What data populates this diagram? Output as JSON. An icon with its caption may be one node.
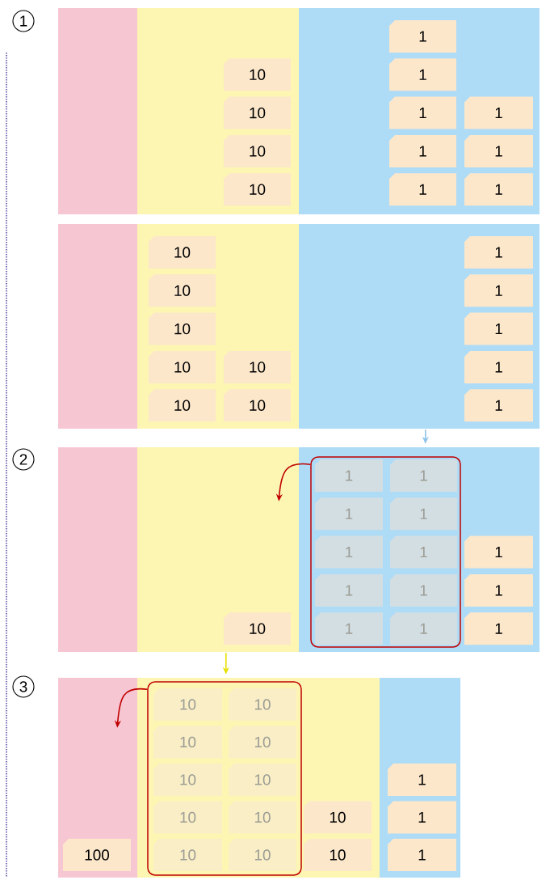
{
  "diagram": {
    "nodes": [
      {
        "text": [],
        "shape": "band"
      },
      {
        "text": [],
        "shape": "band"
      },
      {
        "text": [],
        "shape": "band"
      },
      {
        "text": [
          "1"
        ],
        "in": 2
      },
      {
        "text": [
          "10"
        ],
        "in": 1
      },
      {
        "text": [
          "1"
        ],
        "in": 2
      },
      {
        "text": [
          "10"
        ],
        "in": 1
      },
      {
        "text": [
          "1"
        ],
        "in": 2
      },
      {
        "text": [
          "1"
        ],
        "in": 2
      },
      {
        "text": [
          "10"
        ],
        "in": 1
      },
      {
        "text": [
          "1"
        ],
        "in": 2
      },
      {
        "text": [
          "1"
        ],
        "in": 2
      },
      {
        "text": [
          "10"
        ],
        "in": 1
      },
      {
        "text": [
          "1"
        ],
        "in": 2
      },
      {
        "text": [
          "1"
        ],
        "in": 2
      },
      {
        "text": [],
        "shape": "band"
      },
      {
        "text": [],
        "shape": "band"
      },
      {
        "text": [],
        "shape": "band"
      },
      {
        "text": [
          "10"
        ],
        "in": 16
      },
      {
        "text": [
          "1"
        ],
        "in": 17
      },
      {
        "text": [
          "10"
        ],
        "in": 16
      },
      {
        "text": [
          "1"
        ],
        "in": 17
      },
      {
        "text": [
          "10"
        ],
        "in": 16
      },
      {
        "text": [
          "1"
        ],
        "in": 17
      },
      {
        "text": [
          "10"
        ],
        "in": 16
      },
      {
        "text": [
          "10"
        ],
        "in": 16
      },
      {
        "text": [
          "1"
        ],
        "in": 17
      },
      {
        "text": [
          "10"
        ],
        "in": 16
      },
      {
        "text": [
          "10"
        ],
        "in": 16
      },
      {
        "text": [
          "1"
        ],
        "in": 17
      },
      {
        "text": [],
        "shape": "band"
      },
      {
        "text": [],
        "shape": "band"
      },
      {
        "text": [],
        "shape": "band"
      },
      {
        "text": [],
        "shape": "box",
        "in": 32
      },
      {
        "text": [
          "1"
        ],
        "in": 33
      },
      {
        "text": [
          "1"
        ],
        "in": 33
      },
      {
        "text": [
          "1"
        ],
        "in": 33
      },
      {
        "text": [
          "1"
        ],
        "in": 33
      },
      {
        "text": [
          "1"
        ],
        "in": 33
      },
      {
        "text": [
          "1"
        ],
        "in": 33
      },
      {
        "text": [
          "1"
        ],
        "in": 32
      },
      {
        "text": [
          "1"
        ],
        "in": 33
      },
      {
        "text": [
          "1"
        ],
        "in": 33
      },
      {
        "text": [
          "1"
        ],
        "in": 32
      },
      {
        "text": [
          "10"
        ],
        "in": 31
      },
      {
        "text": [
          "1"
        ],
        "in": 33
      },
      {
        "text": [
          "1"
        ],
        "in": 33
      },
      {
        "text": [
          "1"
        ],
        "in": 32
      },
      {
        "text": [],
        "shape": "band"
      },
      {
        "text": [],
        "shape": "band"
      },
      {
        "text": [],
        "shape": "band"
      },
      {
        "text": [],
        "shape": "box",
        "in": 49
      },
      {
        "text": [
          "10"
        ],
        "in": 51
      },
      {
        "text": [
          "10"
        ],
        "in": 51
      },
      {
        "text": [
          "10"
        ],
        "in": 51
      },
      {
        "text": [
          "10"
        ],
        "in": 51
      },
      {
        "text": [
          "10"
        ],
        "in": 51
      },
      {
        "text": [
          "10"
        ],
        "in": 51
      },
      {
        "text": [
          "1"
        ],
        "in": 50
      },
      {
        "text": [
          "10"
        ],
        "in": 51
      },
      {
        "text": [
          "10"
        ],
        "in": 51
      },
      {
        "text": [
          "10"
        ],
        "in": 49
      },
      {
        "text": [
          "1"
        ],
        "in": 50
      },
      {
        "text": [
          "100"
        ],
        "in": 48
      },
      {
        "text": [
          "10"
        ],
        "in": 51
      },
      {
        "text": [
          "10"
        ],
        "in": 51
      },
      {
        "text": [
          "10"
        ],
        "in": 49
      },
      {
        "text": [
          "1"
        ],
        "in": 50
      }
    ],
    "edges": [
      {
        "from": 33,
        "to": 31,
        "arrow": "to",
        "color": "#c00000"
      },
      {
        "from": 51,
        "to": 48,
        "arrow": "to",
        "color": "#c00000"
      },
      {
        "from": 17,
        "to": 32,
        "arrow": "to",
        "color": "#8fc3ea"
      },
      {
        "from": 31,
        "to": 49,
        "arrow": "to",
        "color": "#e8e000"
      }
    ],
    "labels": [
      "1",
      "2",
      "3"
    ]
  }
}
